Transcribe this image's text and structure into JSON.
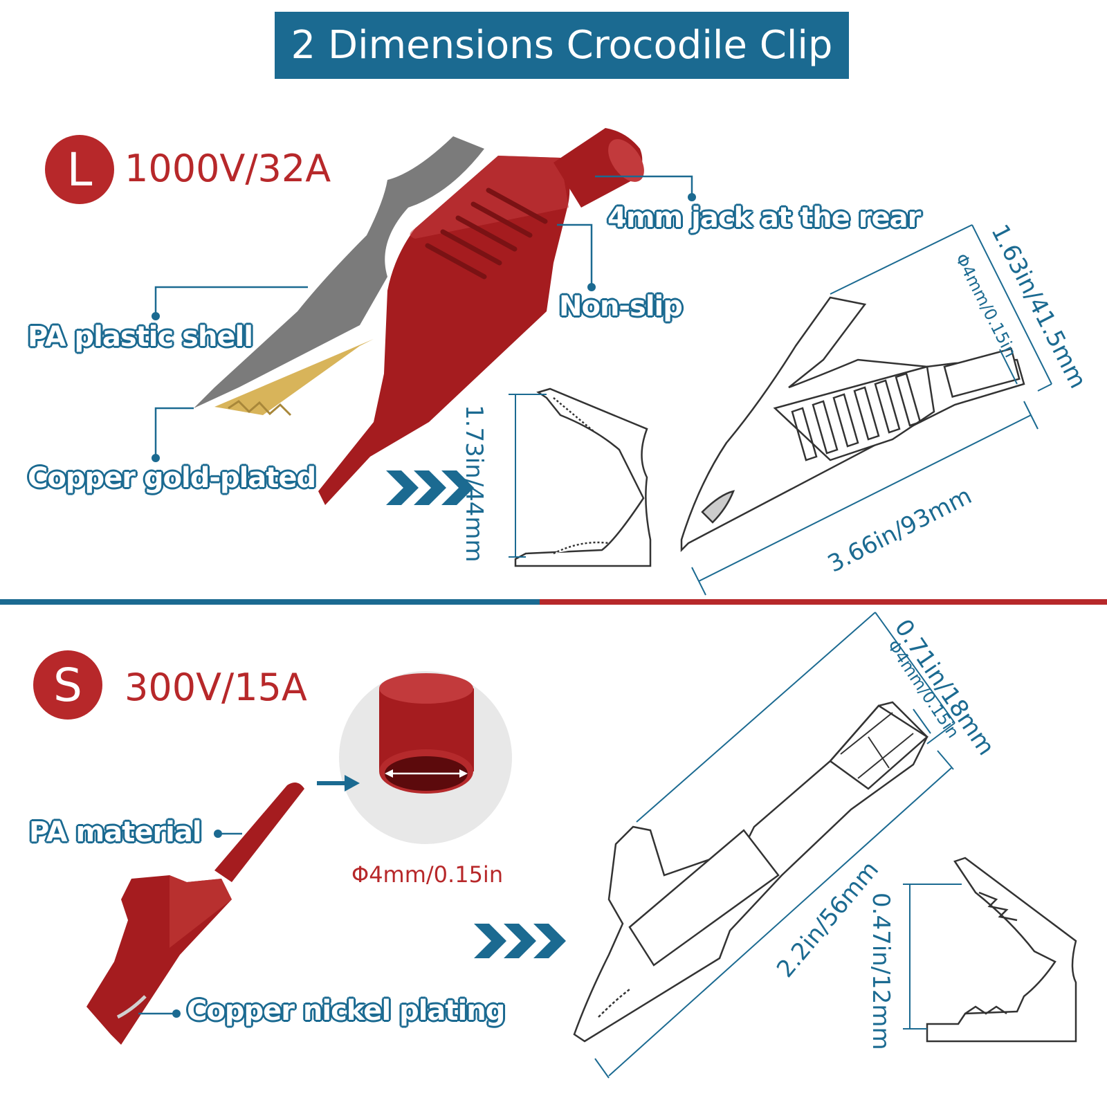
{
  "title": "2 Dimensions Crocodile Clip",
  "large": {
    "badge": "L",
    "rating": "1000V/32A",
    "callouts": {
      "jack": "4mm jack at the rear",
      "non_slip": "Non-slip",
      "shell": "PA plastic shell",
      "copper": "Copper gold-plated"
    },
    "dims": {
      "height": "1.73in/44mm",
      "width": "1.63in/41.5mm",
      "hole": "Φ4mm/0.15in",
      "length": "3.66in/93mm"
    }
  },
  "small": {
    "badge": "S",
    "rating": "300V/15A",
    "callouts": {
      "material": "PA material",
      "copper": "Copper nickel plating"
    },
    "diameter": "Φ4mm/0.15in",
    "dims": {
      "width": "0.71in/18mm",
      "hole": "Φ4mm/0.15in",
      "length": "2.2in/56mm",
      "height": "0.47in/12mm"
    }
  },
  "colors": {
    "brand_blue": "#1b6a91",
    "brand_red": "#b7282a",
    "clip_red": "#a51c1f",
    "shell_gray": "#7b7b7b",
    "gold": "#d8b45a"
  }
}
